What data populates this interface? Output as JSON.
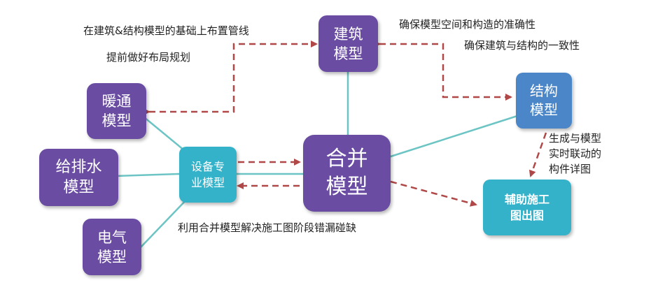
{
  "nodes": {
    "building": "建筑\n模型",
    "structure": "结构\n模型",
    "hvac": "暖通\n模型",
    "water": "给排水\n模型",
    "electric": "电气\n模型",
    "equipment": "设备专\n业模型",
    "merged": "合并\n模型",
    "auxiliary": "辅助施工\n图出图"
  },
  "notes": {
    "pipeline_line1": "在建筑&结构模型的基础上布置管线",
    "pipeline_line2": "提前做好布局规划",
    "accuracy_line1": "确保模型空间和构造的准确性",
    "accuracy_line2": "确保建筑与结构的一致性",
    "realtime_line1": "生成与模型",
    "realtime_line2": "实时联动的",
    "realtime_line3": "构件详图",
    "conflict": "利用合并模型解决施工图阶段错漏碰缺"
  },
  "colors": {
    "node_purple": "#6a4da3",
    "node_blue": "#4a86c8",
    "node_cyan": "#34b2c9",
    "solid_line": "#6cc4c4",
    "dashed_arrow": "#b04848"
  }
}
